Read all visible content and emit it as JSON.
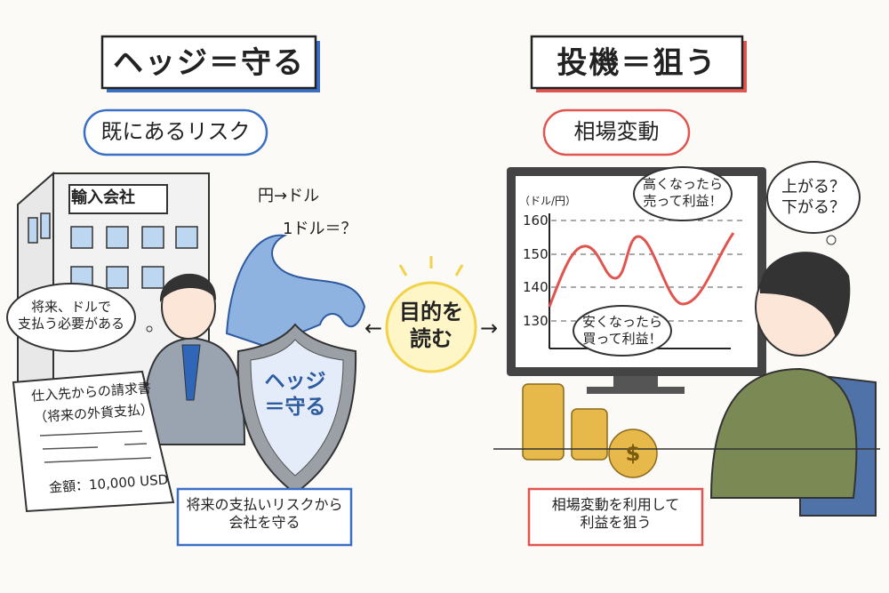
{
  "left": {
    "title": "ヘッジ＝守る",
    "subtitle": "既にあるリスク",
    "building_sign": "輸入会社",
    "currency": "円→ドル",
    "rate_question": "1ドル＝？",
    "thought": [
      "将来、ドルで",
      "支払う必要がある"
    ],
    "invoice": {
      "title": "仕入先からの請求書",
      "subtitle": "（将来の外貨支払）",
      "amount": "金額：10,000 USD"
    },
    "shield": [
      "ヘッジ",
      "＝守る"
    ],
    "summary": [
      "将来の支払いリスクから",
      "会社を守る"
    ],
    "accent": "#3a6fc4"
  },
  "center": {
    "label": [
      "目的を",
      "読む"
    ],
    "left_arrow": "←",
    "right_arrow": "→",
    "glow": "#f2d24a"
  },
  "right": {
    "title": "投機＝狙う",
    "subtitle": "相場変動",
    "chart_unit": "（ドル/円）",
    "chart_ticks": [
      "160",
      "150",
      "140",
      "130"
    ],
    "sell_bubble": [
      "高くなったら",
      "売って利益！"
    ],
    "buy_bubble": [
      "安くなったら",
      "買って利益！"
    ],
    "thought": [
      "上がる？",
      "下がる？"
    ],
    "coin_symbol": "$",
    "summary": [
      "相場変動を利用して",
      "利益を狙う"
    ],
    "accent": "#e0554f"
  }
}
